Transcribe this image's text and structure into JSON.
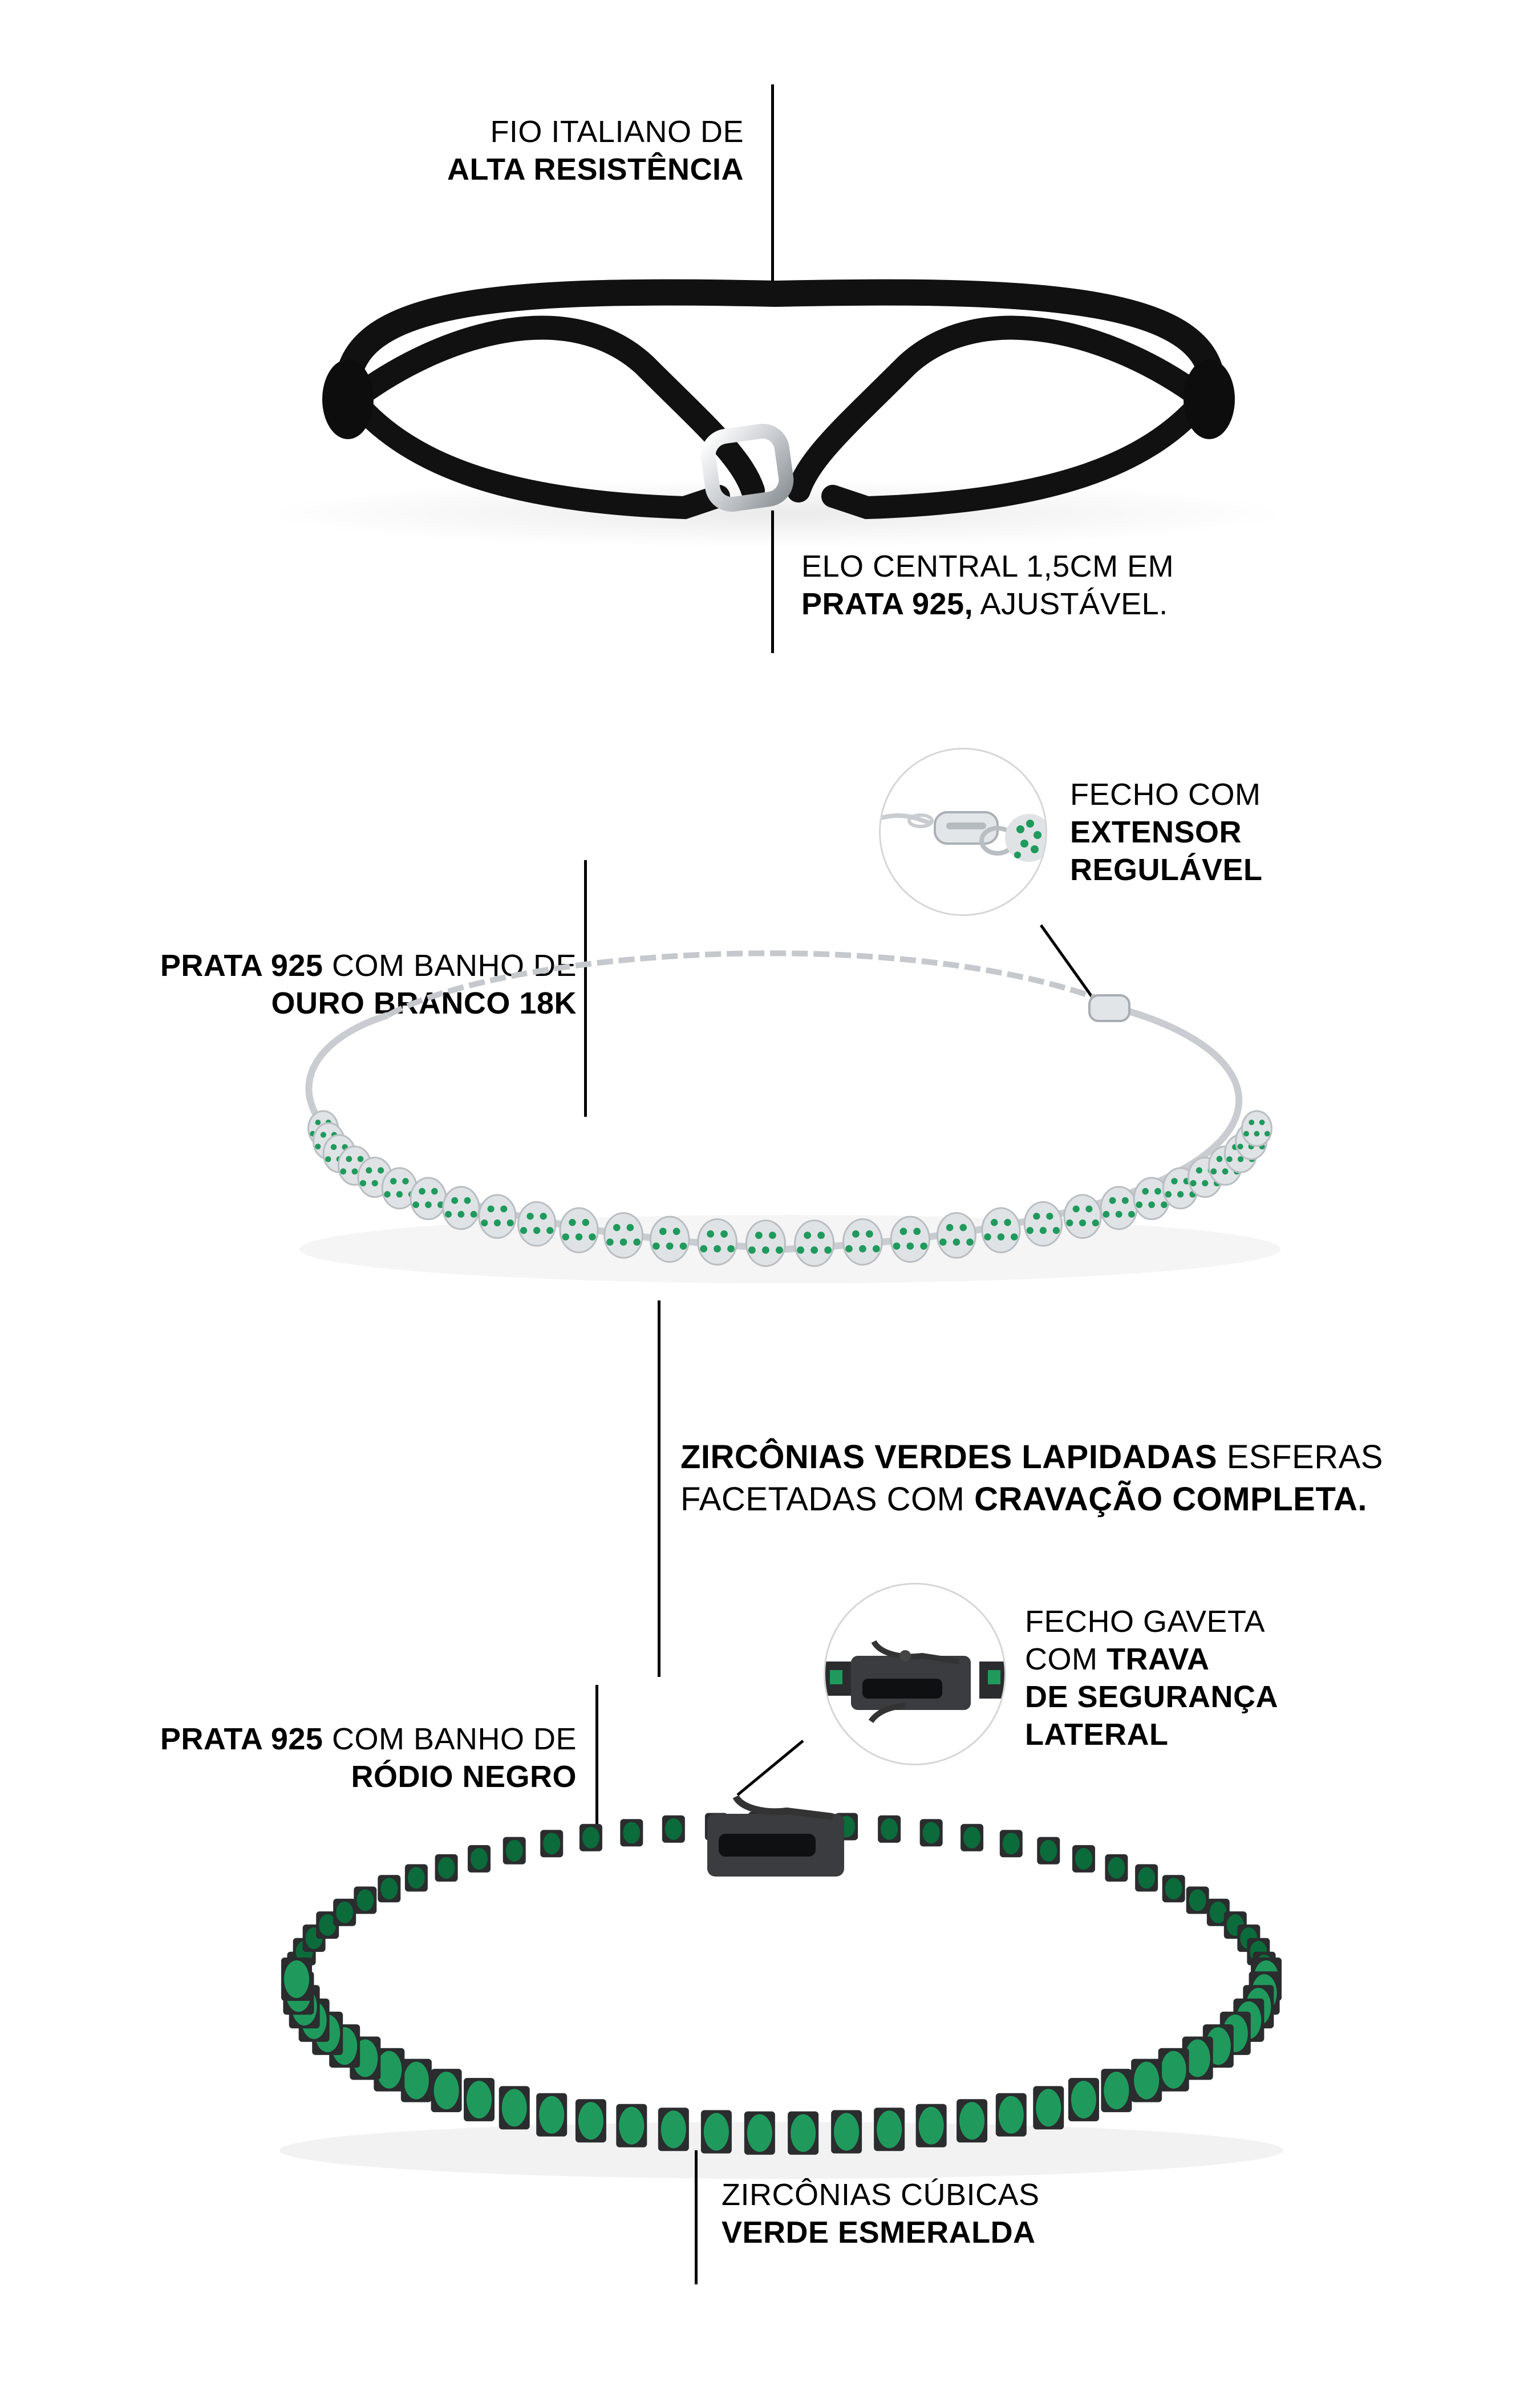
{
  "sections": [
    {
      "product": "black-cord-bracelet",
      "callouts": [
        {
          "id": "cord",
          "lines": [
            [
              {
                "text": "FIO ITALIANO DE",
                "bold": false
              }
            ],
            [
              {
                "text": "ALTA RESISTÊNCIA",
                "bold": true
              }
            ]
          ]
        },
        {
          "id": "link",
          "lines": [
            [
              {
                "text": "ELO CENTRAL 1,5CM EM",
                "bold": false
              }
            ],
            [
              {
                "text": "PRATA 925,",
                "bold": true
              },
              {
                "text": " AJUSTÁVEL.",
                "bold": false
              }
            ]
          ]
        }
      ]
    },
    {
      "product": "green-zirconia-sphere-bracelet",
      "callouts": [
        {
          "id": "clasp",
          "lines": [
            [
              {
                "text": "FECHO COM",
                "bold": false
              }
            ],
            [
              {
                "text": "EXTENSOR",
                "bold": true
              }
            ],
            [
              {
                "text": "REGULÁVEL",
                "bold": true
              }
            ]
          ]
        },
        {
          "id": "plating",
          "lines": [
            [
              {
                "text": "PRATA 925",
                "bold": true
              },
              {
                "text": " COM BANHO DE",
                "bold": false
              }
            ],
            [
              {
                "text": "OURO BRANCO 18K",
                "bold": true
              }
            ]
          ]
        },
        {
          "id": "stones",
          "lines": [
            [
              {
                "text": "ZIRCÔNIAS VERDES LAPIDADAS",
                "bold": true
              },
              {
                "text": " ESFERAS",
                "bold": false
              }
            ],
            [
              {
                "text": "FACETADAS COM ",
                "bold": false
              },
              {
                "text": "CRAVAÇÃO COMPLETA.",
                "bold": true
              }
            ]
          ]
        }
      ]
    },
    {
      "product": "black-rhodium-tennis-bracelet",
      "callouts": [
        {
          "id": "clasp",
          "lines": [
            [
              {
                "text": "FECHO GAVETA",
                "bold": false
              }
            ],
            [
              {
                "text": "COM ",
                "bold": false
              },
              {
                "text": "TRAVA",
                "bold": true
              }
            ],
            [
              {
                "text": "DE SEGURANÇA",
                "bold": true
              }
            ],
            [
              {
                "text": "LATERAL",
                "bold": true
              }
            ]
          ]
        },
        {
          "id": "plating",
          "lines": [
            [
              {
                "text": "PRATA 925",
                "bold": true
              },
              {
                "text": " COM BANHO DE",
                "bold": false
              }
            ],
            [
              {
                "text": "RÓDIO NEGRO",
                "bold": true
              }
            ]
          ]
        },
        {
          "id": "stones",
          "lines": [
            [
              {
                "text": "ZIRCÔNIAS CÚBICAS",
                "bold": false
              }
            ],
            [
              {
                "text": "VERDE ESMERALDA",
                "bold": true
              }
            ]
          ]
        }
      ]
    }
  ],
  "colors": {
    "text": "#000000",
    "background": "#ffffff",
    "cord": "#111111",
    "silver": "#d9dcdf",
    "emerald": "#1f9a5c",
    "emerald_dark": "#0b6b3a",
    "black_rhodium": "#2a2c2e",
    "circle_border": "#d6d6d6"
  }
}
